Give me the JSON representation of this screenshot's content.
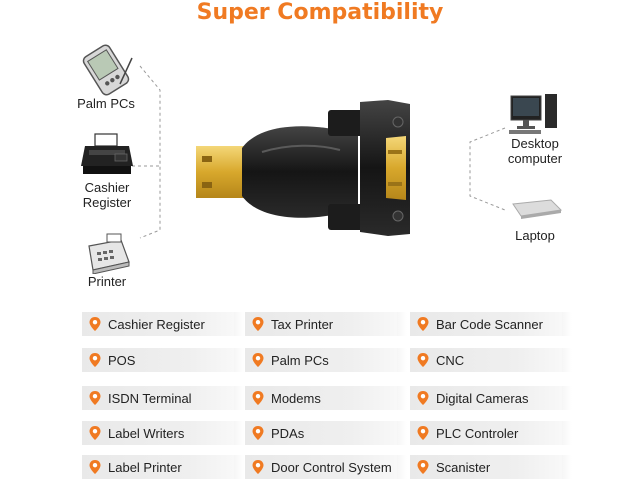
{
  "title": "Super Compatibility",
  "devices_left": [
    {
      "label": "Palm PCs",
      "icon": "palm-pc-icon"
    },
    {
      "label": "Cashier\nRegister",
      "icon": "cashier-register-icon"
    },
    {
      "label": "Printer",
      "icon": "printer-icon"
    }
  ],
  "devices_right": [
    {
      "label": "Desktop\ncomputer",
      "icon": "desktop-computer-icon"
    },
    {
      "label": "Laptop",
      "icon": "laptop-icon"
    }
  ],
  "product": {
    "icon": "usb-to-serial-adapter-icon"
  },
  "compat_list": [
    [
      "Cashier Register",
      "Tax Printer",
      "Bar Code Scanner"
    ],
    [
      "POS",
      "Palm PCs",
      "CNC"
    ],
    [
      "ISDN Terminal",
      "Modems",
      "Digital Cameras"
    ],
    [
      "Label Writers",
      "PDAs",
      "PLC Controler"
    ],
    [
      "Label Printer",
      "Door Control System",
      "Scanister"
    ]
  ],
  "colors": {
    "accent": "#f07a22",
    "tag_bg": "#ebebeb",
    "text": "#222222"
  }
}
